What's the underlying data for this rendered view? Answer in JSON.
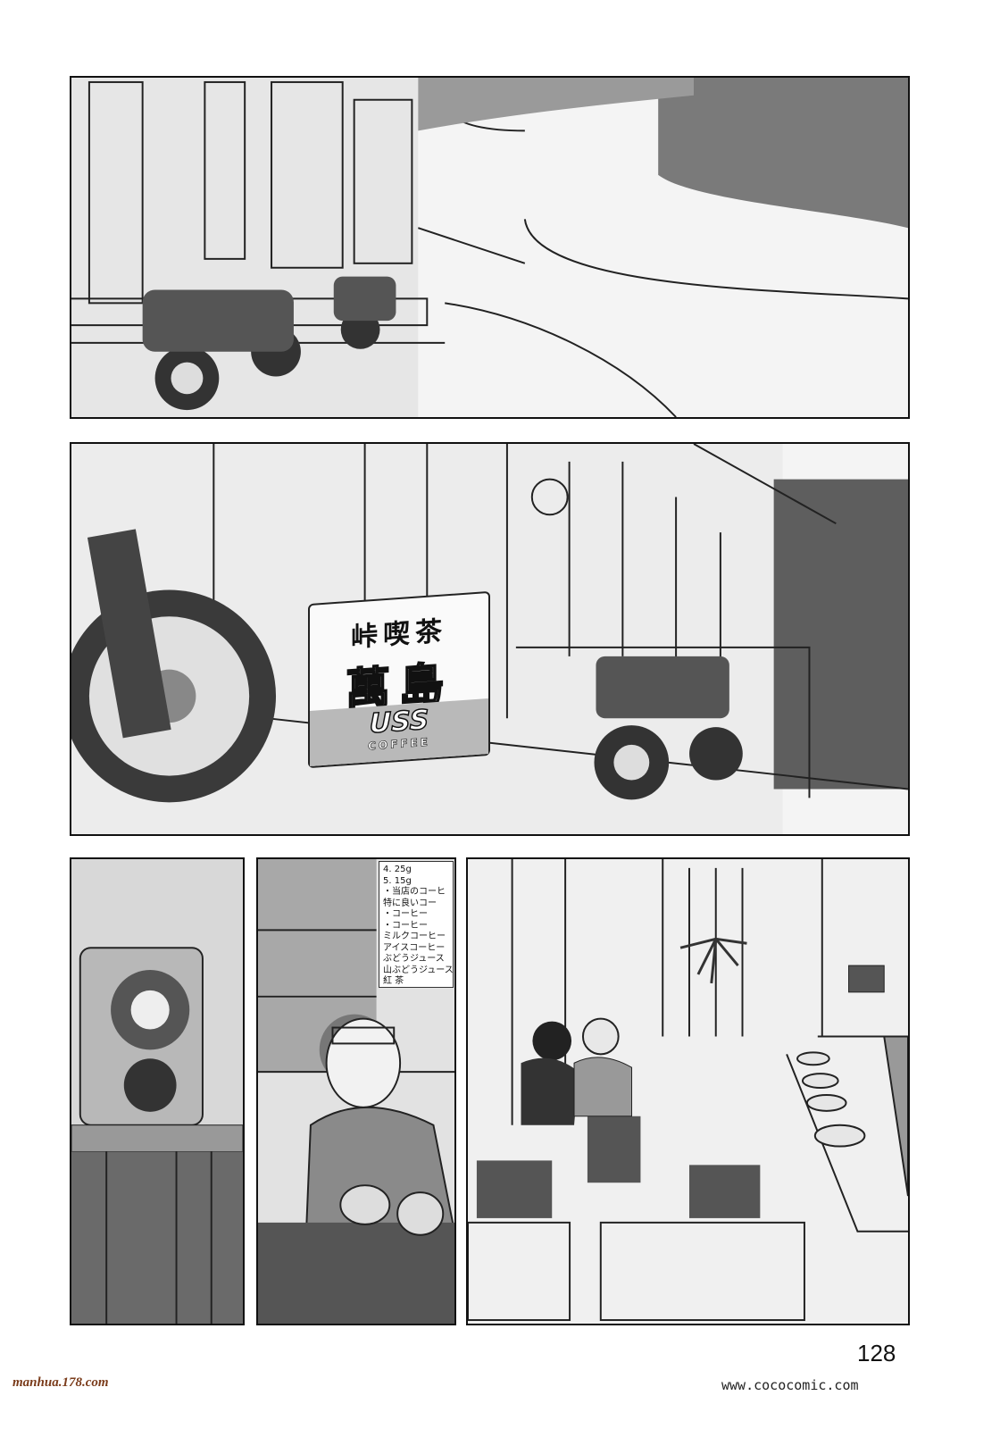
{
  "page": {
    "page_number": "128",
    "watermark_left": "manhua.178.com",
    "watermark_right": "www.cococomic.com"
  },
  "panels": {
    "panel2": {
      "sign": {
        "top_line": "峠喫茶",
        "name": "萬島",
        "brand": "USS",
        "brand_sub": "COFFEE"
      }
    },
    "panel4": {
      "menu_board": {
        "lines": [
          "4. 25g",
          "5. 15g",
          "・当店のコーヒ",
          "特に良いコー",
          "・コーヒー",
          "・コーヒー",
          "ミルクコーヒー",
          "アイスコーヒー",
          "ぶどうジュース",
          "山ぶどうジュース",
          "紅 茶"
        ]
      }
    }
  }
}
